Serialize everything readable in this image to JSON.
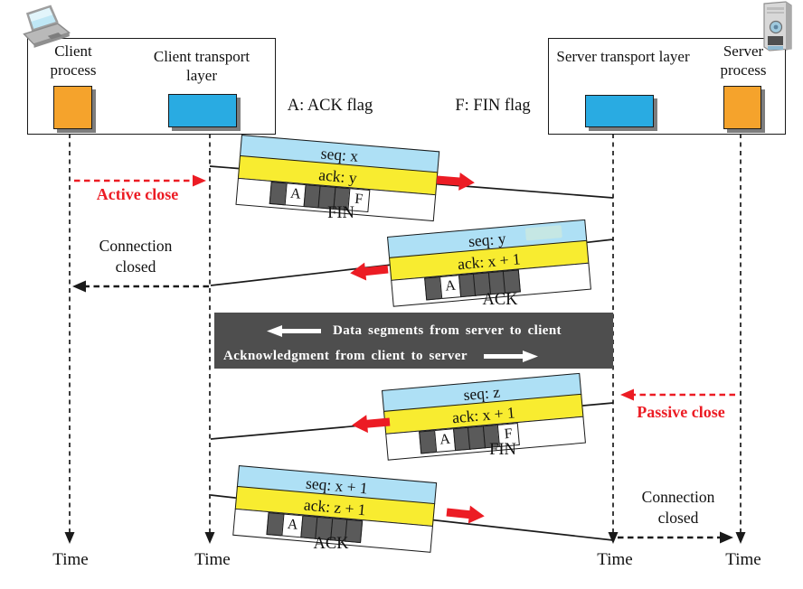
{
  "colors": {
    "accent_blue": "#29abe2",
    "seq_blue": "#aee0f5",
    "ack_yellow": "#f8ec30",
    "orange": "#f5a32c",
    "flag_gray": "#5a5a5a",
    "banner_bg": "#4e4e4e",
    "red": "#ec1c24",
    "smudge_teal": "#c9e8e0"
  },
  "client": {
    "process_label": "Client process",
    "transport_label": "Client transport layer"
  },
  "server": {
    "transport_label": "Server transport layer",
    "process_label": "Server process"
  },
  "legend": {
    "ack_flag": "A: ACK flag",
    "fin_flag": "F: FIN flag"
  },
  "segments": [
    {
      "seq": "seq: x",
      "ack": "ack: y",
      "flags": [
        "",
        "A",
        "",
        "",
        "",
        "F"
      ],
      "label": "FIN"
    },
    {
      "seq": "seq: y",
      "ack": "ack: x + 1",
      "flags": [
        "",
        "A",
        "",
        "",
        "",
        ""
      ],
      "label": "ACK"
    },
    {
      "seq": "seq: z",
      "ack": "ack: x + 1",
      "flags": [
        "",
        "A",
        "",
        "",
        "",
        "F"
      ],
      "label": "FIN"
    },
    {
      "seq": "seq: x + 1",
      "ack": "ack: z + 1",
      "flags": [
        "",
        "A",
        "",
        "",
        "",
        ""
      ],
      "label": "ACK"
    }
  ],
  "banner": {
    "to_client_line": "Data segments from server to client",
    "to_server_line": "Acknowledgment from client to server"
  },
  "annotations": {
    "active_close": "Active close",
    "passive_close": "Passive close",
    "connection_closed_left": "Connection closed",
    "connection_closed_right": "Connection closed"
  },
  "timeline_labels": [
    "Time",
    "Time",
    "Time",
    "Time"
  ]
}
